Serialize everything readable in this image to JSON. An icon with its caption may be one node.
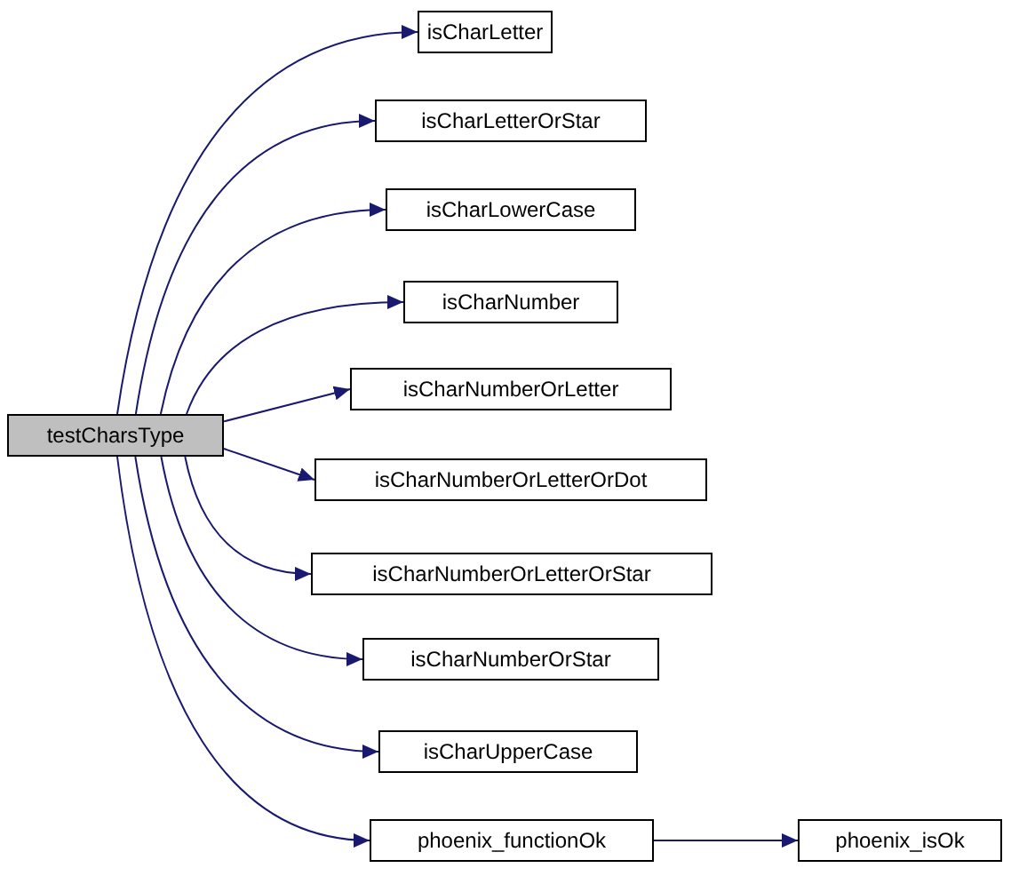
{
  "diagram": {
    "nodes": [
      {
        "text": [
          "testCharsType"
        ]
      },
      {
        "text": [
          "isCharLetter"
        ]
      },
      {
        "text": [
          "isCharLetterOrStar"
        ]
      },
      {
        "text": [
          "isCharLowerCase"
        ]
      },
      {
        "text": [
          "isCharNumber"
        ]
      },
      {
        "text": [
          "isCharNumberOrLetter"
        ]
      },
      {
        "text": [
          "isCharNumberOrLetterOrDot"
        ]
      },
      {
        "text": [
          "isCharNumberOrLetterOrStar"
        ]
      },
      {
        "text": [
          "isCharNumberOrStar"
        ]
      },
      {
        "text": [
          "isCharUpperCase"
        ]
      },
      {
        "text": [
          "phoenix_functionOk"
        ]
      },
      {
        "text": [
          "phoenix_isOk"
        ]
      }
    ],
    "edges": [
      {
        "from": 0,
        "to": 1,
        "arrow": "to"
      },
      {
        "from": 0,
        "to": 2,
        "arrow": "to"
      },
      {
        "from": 0,
        "to": 3,
        "arrow": "to"
      },
      {
        "from": 0,
        "to": 4,
        "arrow": "to"
      },
      {
        "from": 0,
        "to": 5,
        "arrow": "to"
      },
      {
        "from": 0,
        "to": 6,
        "arrow": "to"
      },
      {
        "from": 0,
        "to": 7,
        "arrow": "to"
      },
      {
        "from": 0,
        "to": 8,
        "arrow": "to"
      },
      {
        "from": 0,
        "to": 9,
        "arrow": "to"
      },
      {
        "from": 0,
        "to": 10,
        "arrow": "to"
      },
      {
        "from": 10,
        "to": 11,
        "arrow": "to"
      }
    ]
  }
}
